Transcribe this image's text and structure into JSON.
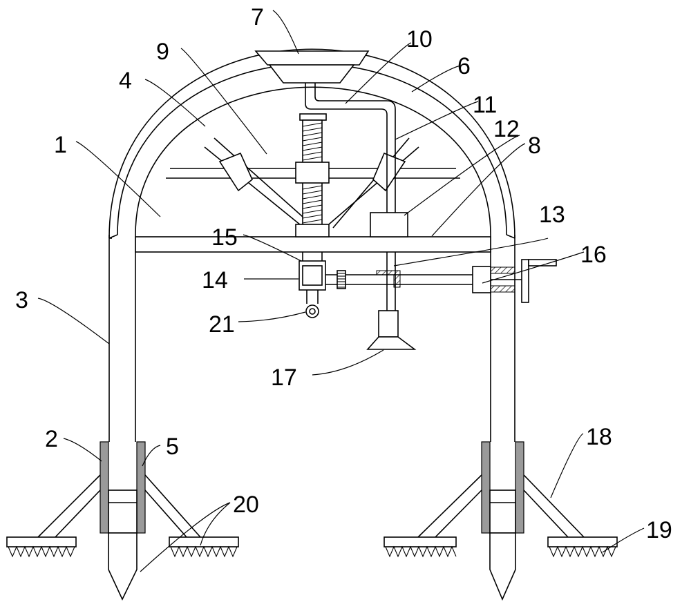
{
  "figure": {
    "labels": [
      "1",
      "2",
      "3",
      "4",
      "5",
      "6",
      "7",
      "8",
      "9",
      "10",
      "11",
      "12",
      "13",
      "14",
      "15",
      "16",
      "17",
      "18",
      "19",
      "20",
      "21"
    ]
  }
}
